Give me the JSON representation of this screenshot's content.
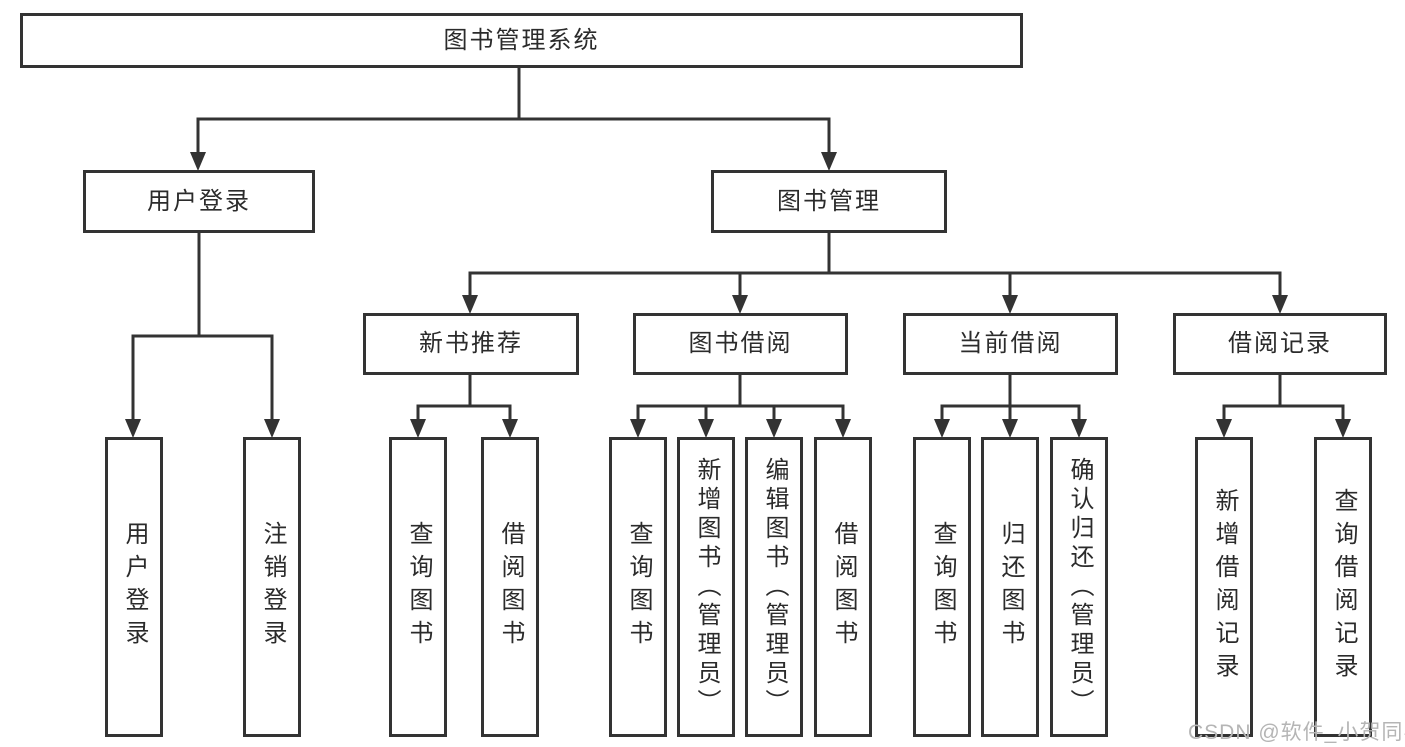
{
  "diagram": {
    "type": "hierarchy-tree",
    "title": "图书管理系统",
    "tree": {
      "root": {
        "label": "图书管理系统",
        "children": [
          {
            "label": "用户登录",
            "children": [
              {
                "label": "用户登录"
              },
              {
                "label": "注销登录"
              }
            ]
          },
          {
            "label": "图书管理",
            "children": [
              {
                "label": "新书推荐",
                "children": [
                  {
                    "label": "查询图书"
                  },
                  {
                    "label": "借阅图书"
                  }
                ]
              },
              {
                "label": "图书借阅",
                "children": [
                  {
                    "label": "查询图书"
                  },
                  {
                    "label": "新增图书（管理员）"
                  },
                  {
                    "label": "编辑图书（管理员）"
                  },
                  {
                    "label": "借阅图书"
                  }
                ]
              },
              {
                "label": "当前借阅",
                "children": [
                  {
                    "label": "查询图书"
                  },
                  {
                    "label": "归还图书"
                  },
                  {
                    "label": "确认归还（管理员）"
                  }
                ]
              },
              {
                "label": "借阅记录",
                "children": [
                  {
                    "label": "新增借阅记录"
                  },
                  {
                    "label": "查询借阅记录"
                  }
                ]
              }
            ]
          }
        ]
      }
    }
  },
  "watermark": {
    "text": "CSDN @软件_小贺同学"
  },
  "colors": {
    "line": "#333333",
    "box_border": "#333333",
    "text": "#2b2b2b",
    "watermark": "#b5b5b5",
    "background": "#ffffff"
  }
}
